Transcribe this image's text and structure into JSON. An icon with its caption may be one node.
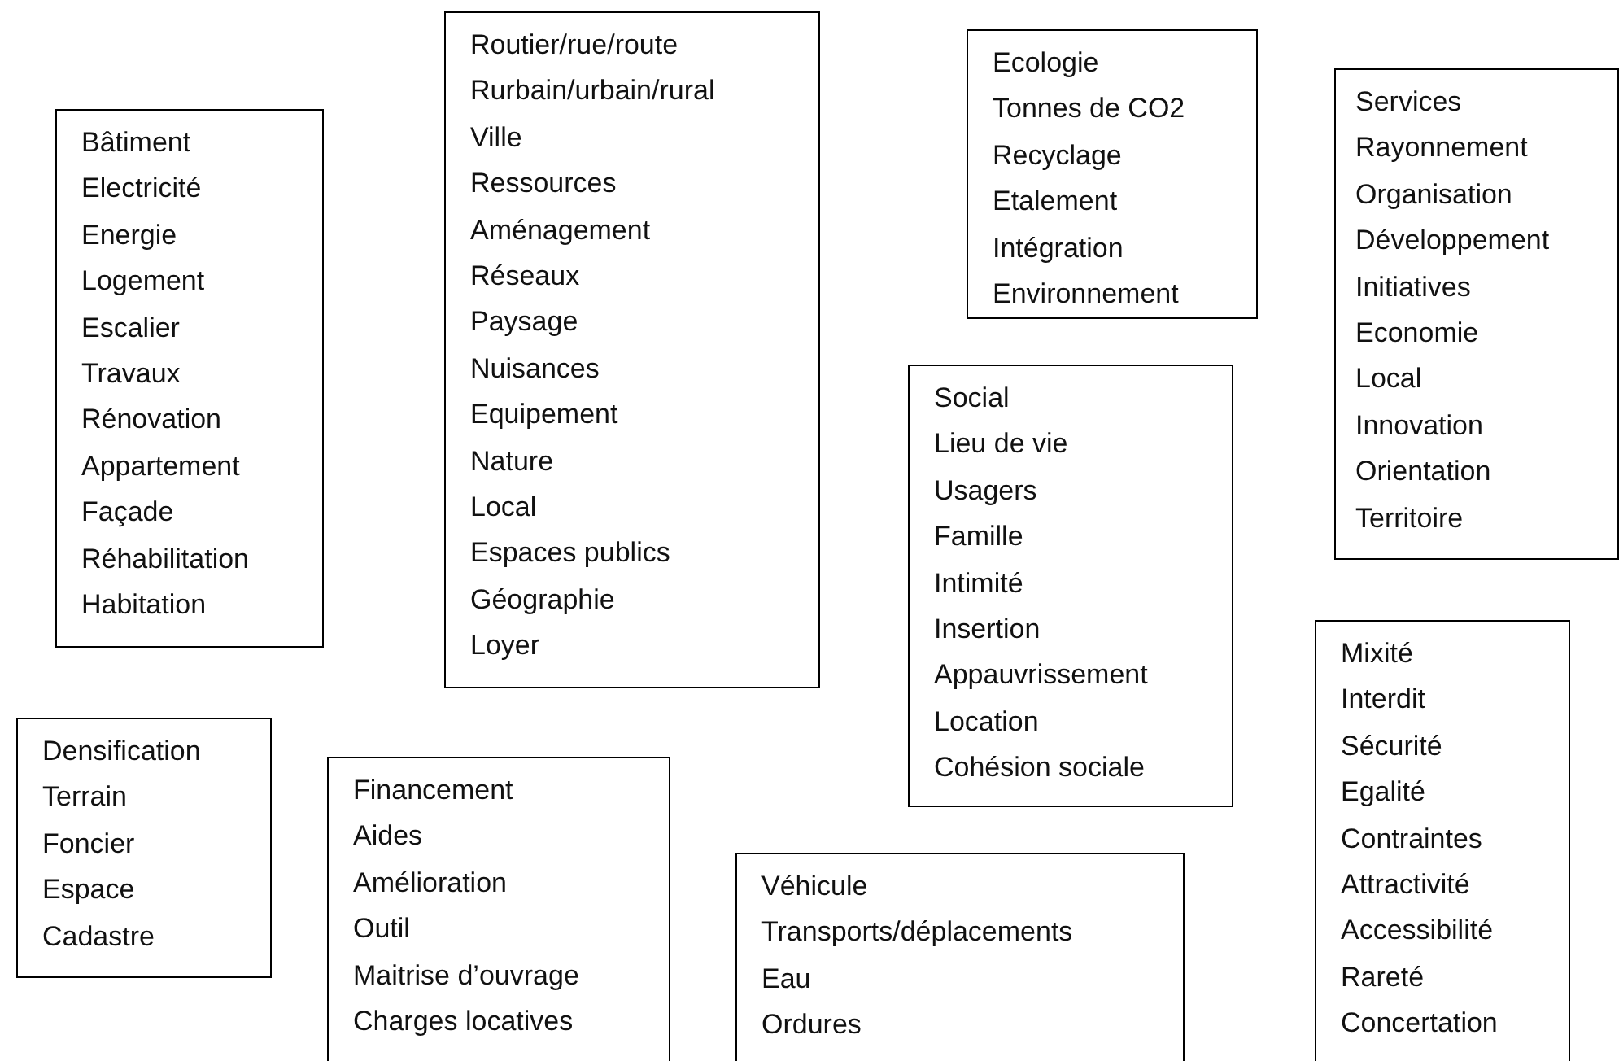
{
  "diagram": {
    "nodes": [
      {
        "text": [
          "Routier/rue/route",
          "Rurbain/urbain/rural",
          "Ville",
          "Ressources",
          "Aménagement",
          "Réseaux",
          "Paysage",
          "Nuisances",
          "Equipement",
          "Nature",
          "Local",
          "Espaces publics",
          "Géographie",
          "Loyer"
        ]
      },
      {
        "text": [
          "Ecologie",
          "Tonnes de CO2",
          "Recyclage",
          "Etalement",
          "Intégration",
          "Environnement"
        ]
      },
      {
        "text": [
          "Services",
          "Rayonnement",
          "Organisation",
          "Développement",
          "Initiatives",
          "Economie",
          "Local",
          "Innovation",
          "Orientation",
          "Territoire"
        ]
      },
      {
        "text": [
          "Bâtiment",
          "Electricité",
          "Energie",
          "Logement",
          "Escalier",
          "Travaux",
          "Rénovation",
          "Appartement",
          "Façade",
          "Réhabilitation",
          "Habitation"
        ]
      },
      {
        "text": [
          "Social",
          "Lieu de vie",
          "Usagers",
          "Famille",
          "Intimité",
          "Insertion",
          "Appauvrissement",
          "Location",
          "Cohésion sociale"
        ]
      },
      {
        "text": [
          "Mixité",
          "Interdit",
          "Sécurité",
          "Egalité",
          "Contraintes",
          "Attractivité",
          "Accessibilité",
          "Rareté",
          "Concertation"
        ]
      },
      {
        "text": [
          "Densification",
          "Terrain",
          "Foncier",
          "Espace",
          "Cadastre"
        ]
      },
      {
        "text": [
          "Financement",
          "Aides",
          "Amélioration",
          "Outil",
          "Maitrise d’ouvrage",
          "Charges locatives"
        ]
      },
      {
        "text": [
          "Véhicule",
          "Transports/déplacements",
          "Eau",
          "Ordures"
        ]
      }
    ]
  }
}
